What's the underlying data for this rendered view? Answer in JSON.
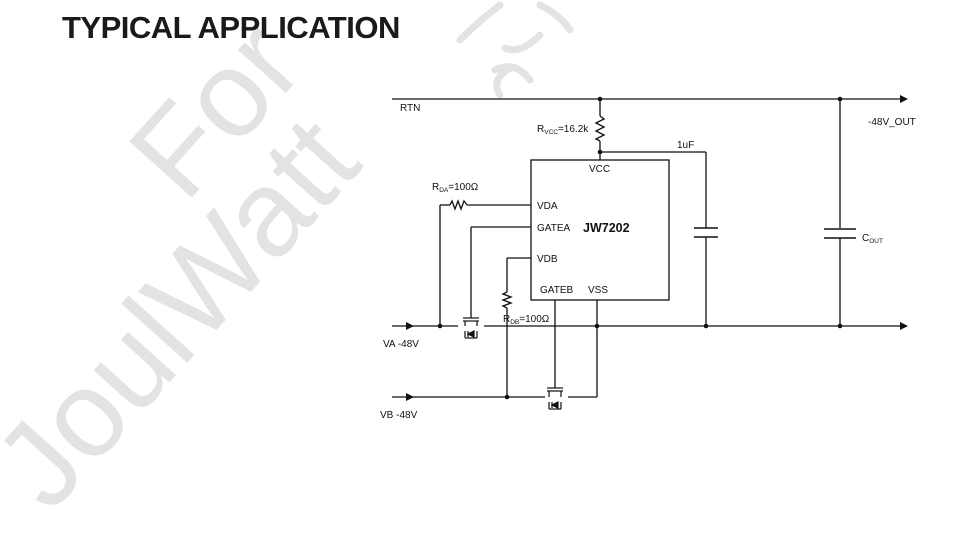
{
  "title": "TYPICAL APPLICATION",
  "watermark": {
    "text": "JoulWatt",
    "text2": "For",
    "color": "#e3e3e3"
  },
  "labels": {
    "rtn": "RTN",
    "out": "-48V_OUT",
    "va": "VA -48V",
    "vb": "VB -48V",
    "rvcc_main": "R",
    "rvcc_sub": "VCC",
    "rvcc_val": "=16.2k",
    "rda_main": "R",
    "rda_sub": "DA",
    "rda_val": "=100Ω",
    "rdb_main": "R",
    "rdb_sub": "DB",
    "rdb_val": "=100Ω",
    "cap_1uf": "1uF",
    "cout_main": "C",
    "cout_sub": "OUT"
  },
  "chip": {
    "name": "JW7202",
    "pins": {
      "vcc": "VCC",
      "vda": "VDA",
      "gatea": "GATEA",
      "vdb": "VDB",
      "gateb": "GATEB",
      "vss": "VSS"
    }
  }
}
